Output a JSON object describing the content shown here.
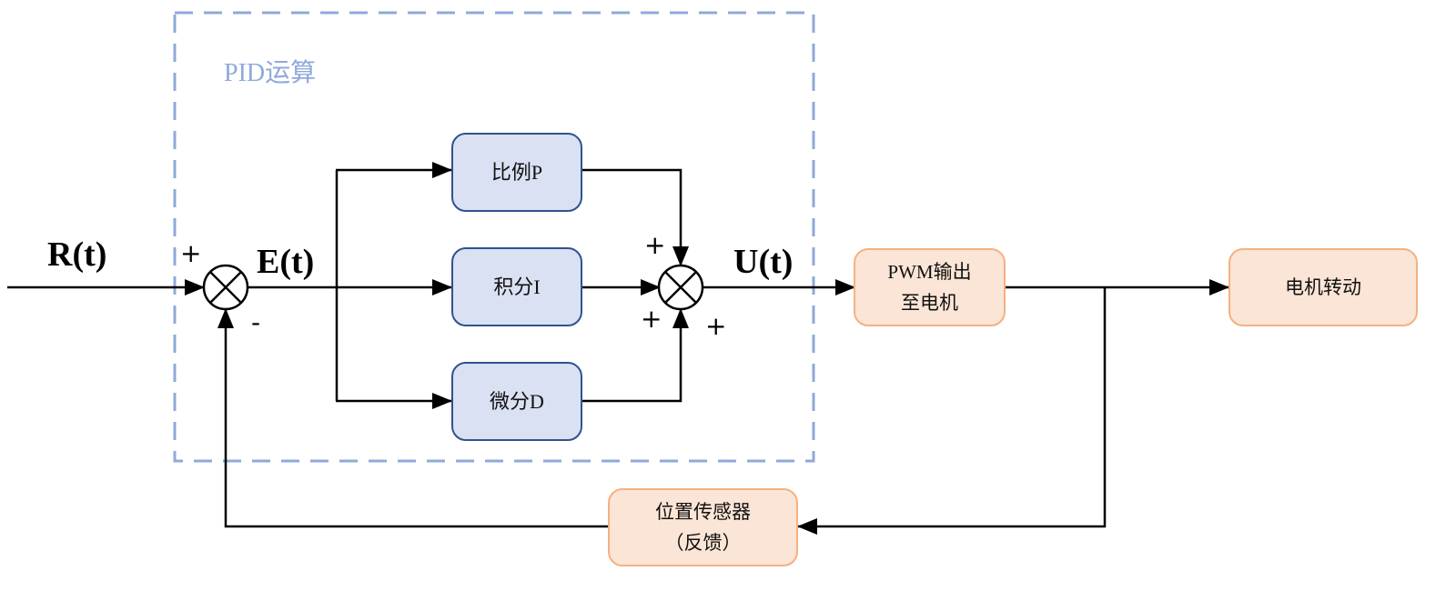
{
  "group": {
    "title": "PID运算"
  },
  "signals": {
    "reference": "R(t)",
    "error": "E(t)",
    "control": "U(t)"
  },
  "blocks": {
    "proportional": "比例P",
    "integral": "积分I",
    "derivative": "微分D",
    "pwm_line1": "PWM输出",
    "pwm_line2": "至电机",
    "motor": "电机转动",
    "sensor_line1": "位置传感器",
    "sensor_line2": "（反馈）"
  },
  "signs": {
    "sum1_input": "+",
    "sum1_feedback": "-",
    "sum2_p": "+",
    "sum2_i": "+",
    "sum2_d": "+"
  },
  "colors": {
    "pid_block_fill": "#dae1f3",
    "pid_block_border": "#2f528f",
    "plant_block_fill": "#fbe5d6",
    "plant_block_border": "#f4b183",
    "group_border": "#8fa9d9",
    "wire": "#000000"
  }
}
